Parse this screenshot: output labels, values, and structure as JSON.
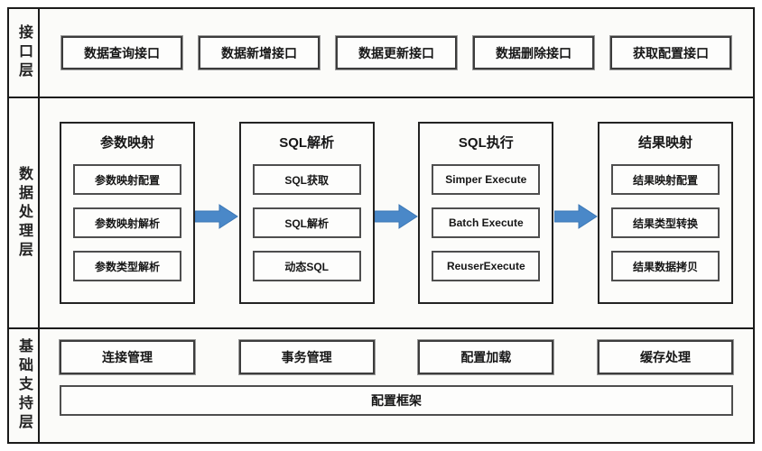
{
  "interface_layer": {
    "label": "接口层",
    "boxes": [
      "数据查询接口",
      "数据新增接口",
      "数据更新接口",
      "数据删除接口",
      "获取配置接口"
    ]
  },
  "processing_layer": {
    "label": "数据处理层",
    "groups": [
      {
        "title": "参数映射",
        "items": [
          "参数映射配置",
          "参数映射解析",
          "参数类型解析"
        ]
      },
      {
        "title": "SQL解析",
        "items": [
          "SQL获取",
          "SQL解析",
          "动态SQL"
        ]
      },
      {
        "title": "SQL执行",
        "items": [
          "Simper Execute",
          "Batch Execute",
          "ReuserExecute"
        ]
      },
      {
        "title": "结果映射",
        "items": [
          "结果映射配置",
          "结果类型转换",
          "结果数据拷贝"
        ]
      }
    ]
  },
  "support_layer": {
    "label": "基础支持层",
    "boxes": [
      "连接管理",
      "事务管理",
      "配置加载",
      "缓存处理"
    ],
    "base_box": "配置框架"
  },
  "colors": {
    "arrow_fill": "#4a88c8",
    "arrow_stroke": "#3a76b5"
  }
}
